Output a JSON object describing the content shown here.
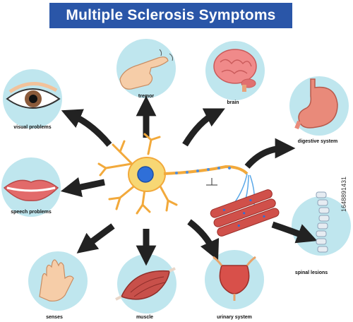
{
  "title": "Multiple Sclerosis Symptoms",
  "colors": {
    "banner": "#2a56a8",
    "circle": "#bfe6ee",
    "arrow": "#222222",
    "neuron_cell": "#f7d774",
    "neuron_body": "#f2a93b",
    "nucleus": "#2f6fd8",
    "muscle": "#d0504a"
  },
  "center": {
    "icon": "neuron-icon",
    "secondary_icon": "muscle-fiber-icon"
  },
  "symptoms": [
    {
      "id": "tremor",
      "label": "tremor",
      "icon": "tremor-hand-icon"
    },
    {
      "id": "brain",
      "label": "brain",
      "icon": "brain-icon"
    },
    {
      "id": "visual",
      "label": "visual problems",
      "icon": "eye-icon"
    },
    {
      "id": "digestive",
      "label": "digestive system",
      "icon": "stomach-icon"
    },
    {
      "id": "speech",
      "label": "speech problems",
      "icon": "lips-icon"
    },
    {
      "id": "spinal",
      "label": "spinal lesions",
      "icon": "spine-icon"
    },
    {
      "id": "senses",
      "label": "senses",
      "icon": "hand-icon"
    },
    {
      "id": "muscle",
      "label": "muscle",
      "icon": "muscle-icon"
    },
    {
      "id": "urinary",
      "label": "urinary system",
      "icon": "bladder-icon"
    }
  ],
  "watermark": "1648891431"
}
